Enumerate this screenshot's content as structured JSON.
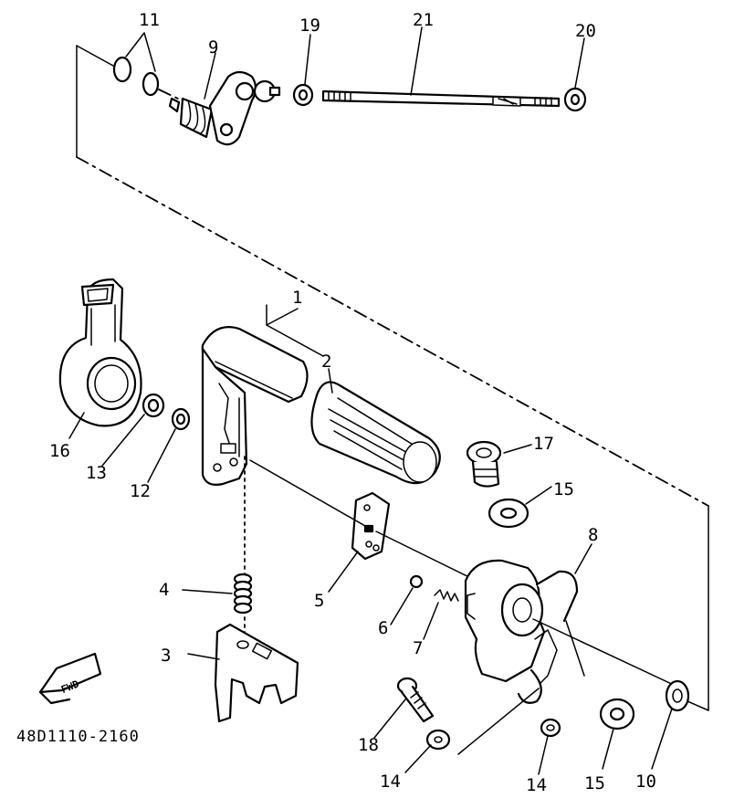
{
  "diagram": {
    "part_number": "48D1110-2160",
    "direction_label": "FWD",
    "callouts": {
      "c1": "1",
      "c2": "2",
      "c3": "3",
      "c4": "4",
      "c5": "5",
      "c6": "6",
      "c7": "7",
      "c8": "8",
      "c9": "9",
      "c10": "10",
      "c11": "11",
      "c12": "12",
      "c13": "13",
      "c14a": "14",
      "c14b": "14",
      "c15a": "15",
      "c15b": "15",
      "c16": "16",
      "c17": "17",
      "c18": "18",
      "c19": "19",
      "c20": "20",
      "c21": "21"
    }
  }
}
